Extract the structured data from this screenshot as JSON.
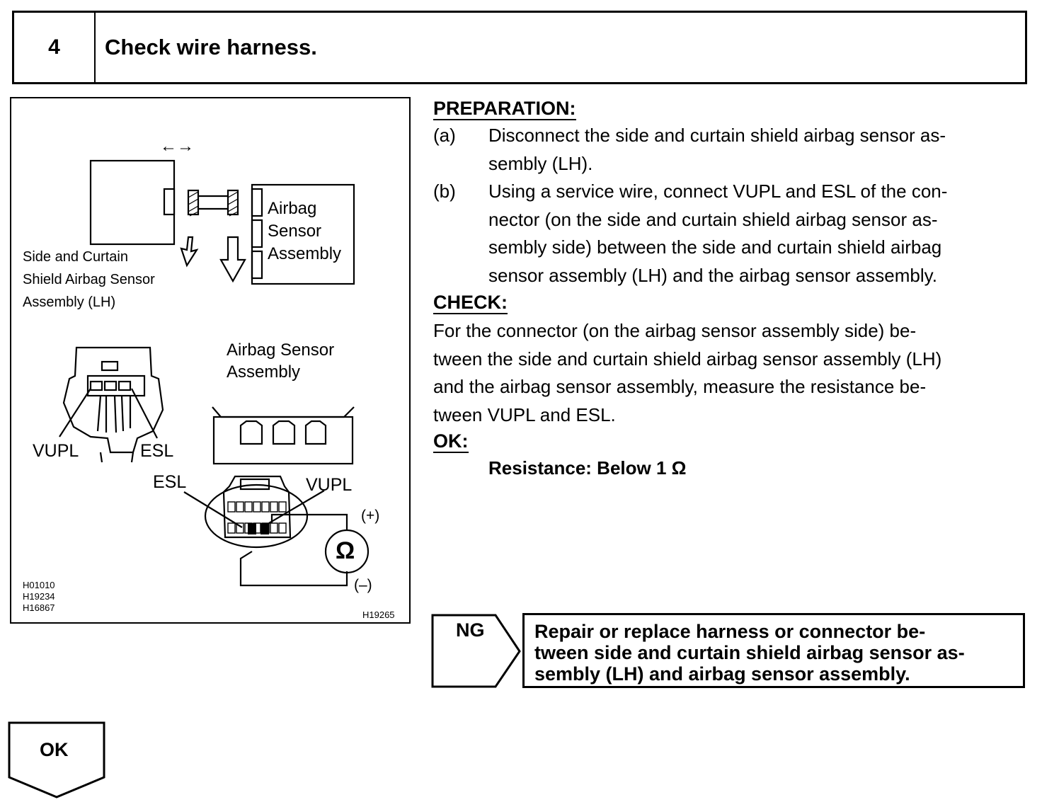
{
  "header": {
    "step_number": "4",
    "title": "Check wire harness."
  },
  "figure": {
    "label_sensor_lh": [
      "Side and Curtain",
      "Shield Airbag Sensor",
      "Assembly (LH)"
    ],
    "label_airbag_sensor_box": [
      "Airbag",
      "Sensor",
      "Assembly"
    ],
    "label_airbag_sensor_assembly": [
      "Airbag Sensor",
      "Assembly"
    ],
    "label_vupl_left": "VUPL",
    "label_esl_left": "ESL",
    "label_esl_right": "ESL",
    "label_vupl_right": "VUPL",
    "label_plus": "(+)",
    "label_minus": "(–)",
    "ohm_symbol": "Ω",
    "arrows_symbol": "←→",
    "codes": [
      "H01010",
      "H19234",
      "H16867"
    ],
    "figure_id": "H19265"
  },
  "preparation": {
    "heading": "PREPARATION:",
    "items": [
      {
        "tag": "(a)",
        "lines": [
          "Disconnect the side and curtain shield airbag sensor as-",
          "sembly (LH)."
        ]
      },
      {
        "tag": "(b)",
        "lines": [
          "Using a service wire, connect VUPL and ESL of the con-",
          "nector (on the side and curtain shield airbag sensor as-",
          "sembly side) between the side and curtain shield airbag",
          "sensor assembly (LH) and the airbag sensor assembly."
        ]
      }
    ]
  },
  "check": {
    "heading": "CHECK:",
    "lines": [
      "For the connector (on the airbag sensor assembly side) be-",
      "tween the side and curtain shield airbag sensor assembly (LH)",
      "and the airbag sensor assembly, measure the resistance be-",
      "tween VUPL and ESL."
    ]
  },
  "ok": {
    "heading": "OK:",
    "result": "Resistance: Below 1 Ω"
  },
  "ng": {
    "label": "NG",
    "lines": [
      "Repair or replace harness or connector be-",
      "tween side and curtain shield airbag sensor as-",
      "sembly (LH) and airbag sensor assembly."
    ]
  },
  "ok_flow": {
    "label": "OK"
  }
}
